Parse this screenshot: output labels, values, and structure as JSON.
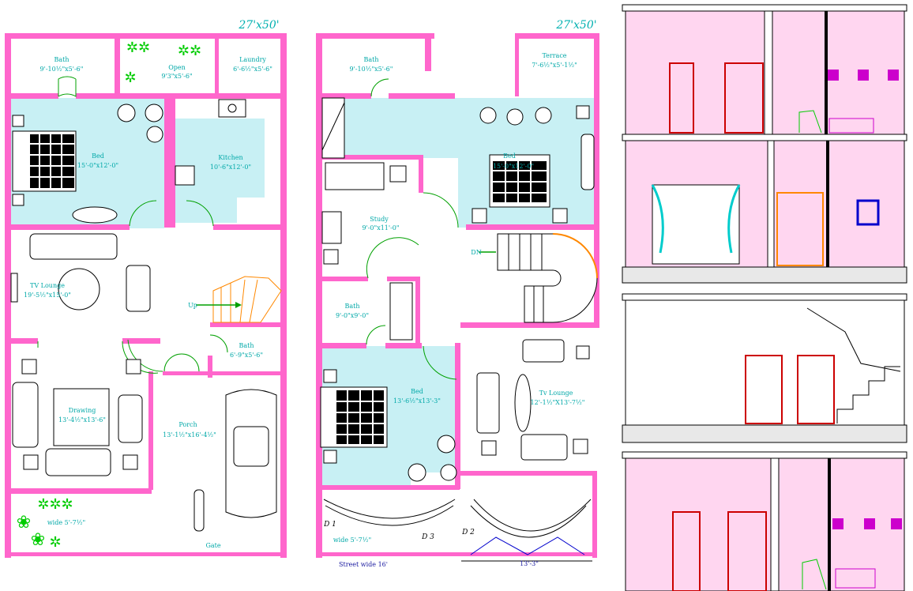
{
  "plan_left": {
    "size": "27'x50'",
    "rooms": {
      "bath": {
        "name": "Bath",
        "dim": "9'-10½\"x5'-6\""
      },
      "open": {
        "name": "Open",
        "dim": "9'3\"x5'-6\""
      },
      "laundry": {
        "name": "Laundry",
        "dim": "6'-6½\"x5'-6\""
      },
      "bed": {
        "name": "Bed",
        "dim": "15'-0\"x12'-0\""
      },
      "kitchen": {
        "name": "Kitchen",
        "dim": "10'-6\"x12'-0\""
      },
      "tv_lounge": {
        "name": "TV Lounge",
        "dim": "19'-5½\"x15'-0\""
      },
      "bath2": {
        "name": "Bath",
        "dim": "6'-9\"x5'-6\""
      },
      "drawing": {
        "name": "Drawing",
        "dim": "13'-4½\"x13'-6\""
      },
      "porch": {
        "name": "Porch",
        "dim": "13'-1½\"x16'-4½\""
      }
    },
    "up_label": "Up",
    "lawn_label": "wide 5'-7½\"",
    "gate_label": "Gate"
  },
  "plan_right": {
    "size": "27'x50'",
    "rooms": {
      "bath": {
        "name": "Bath",
        "dim": "9'-10½\"x5'-6\""
      },
      "terrace": {
        "name": "Terrace",
        "dim": "7'-6½\"x5'-1½\""
      },
      "bed": {
        "name": "Bed",
        "dim": "15'-0\"x12'-0\""
      },
      "study": {
        "name": "Study",
        "dim": "9'-0\"x11'-0\""
      },
      "bath2": {
        "name": "Bath",
        "dim": "9'-0\"x9'-0\""
      },
      "bed2": {
        "name": "Bed",
        "dim": "13'-6½\"x13'-3\""
      },
      "tv_lounge": {
        "name": "Tv Lounge",
        "dim": "12'-1½\"X13'-7½\""
      }
    },
    "dn_label": "DN",
    "lawn_label": "wide 5'-7½\"",
    "street_label": "Street wide 16'",
    "frontage_dim": "13'-3\"",
    "door_tags": [
      "D 1",
      "D 3",
      "D 2"
    ]
  },
  "colors": {
    "wall": "#ff66cc",
    "floor": "#c8f0f4",
    "section_wall": "#ffd6f0",
    "label": "#00a8a8",
    "door": "#cc0000"
  }
}
